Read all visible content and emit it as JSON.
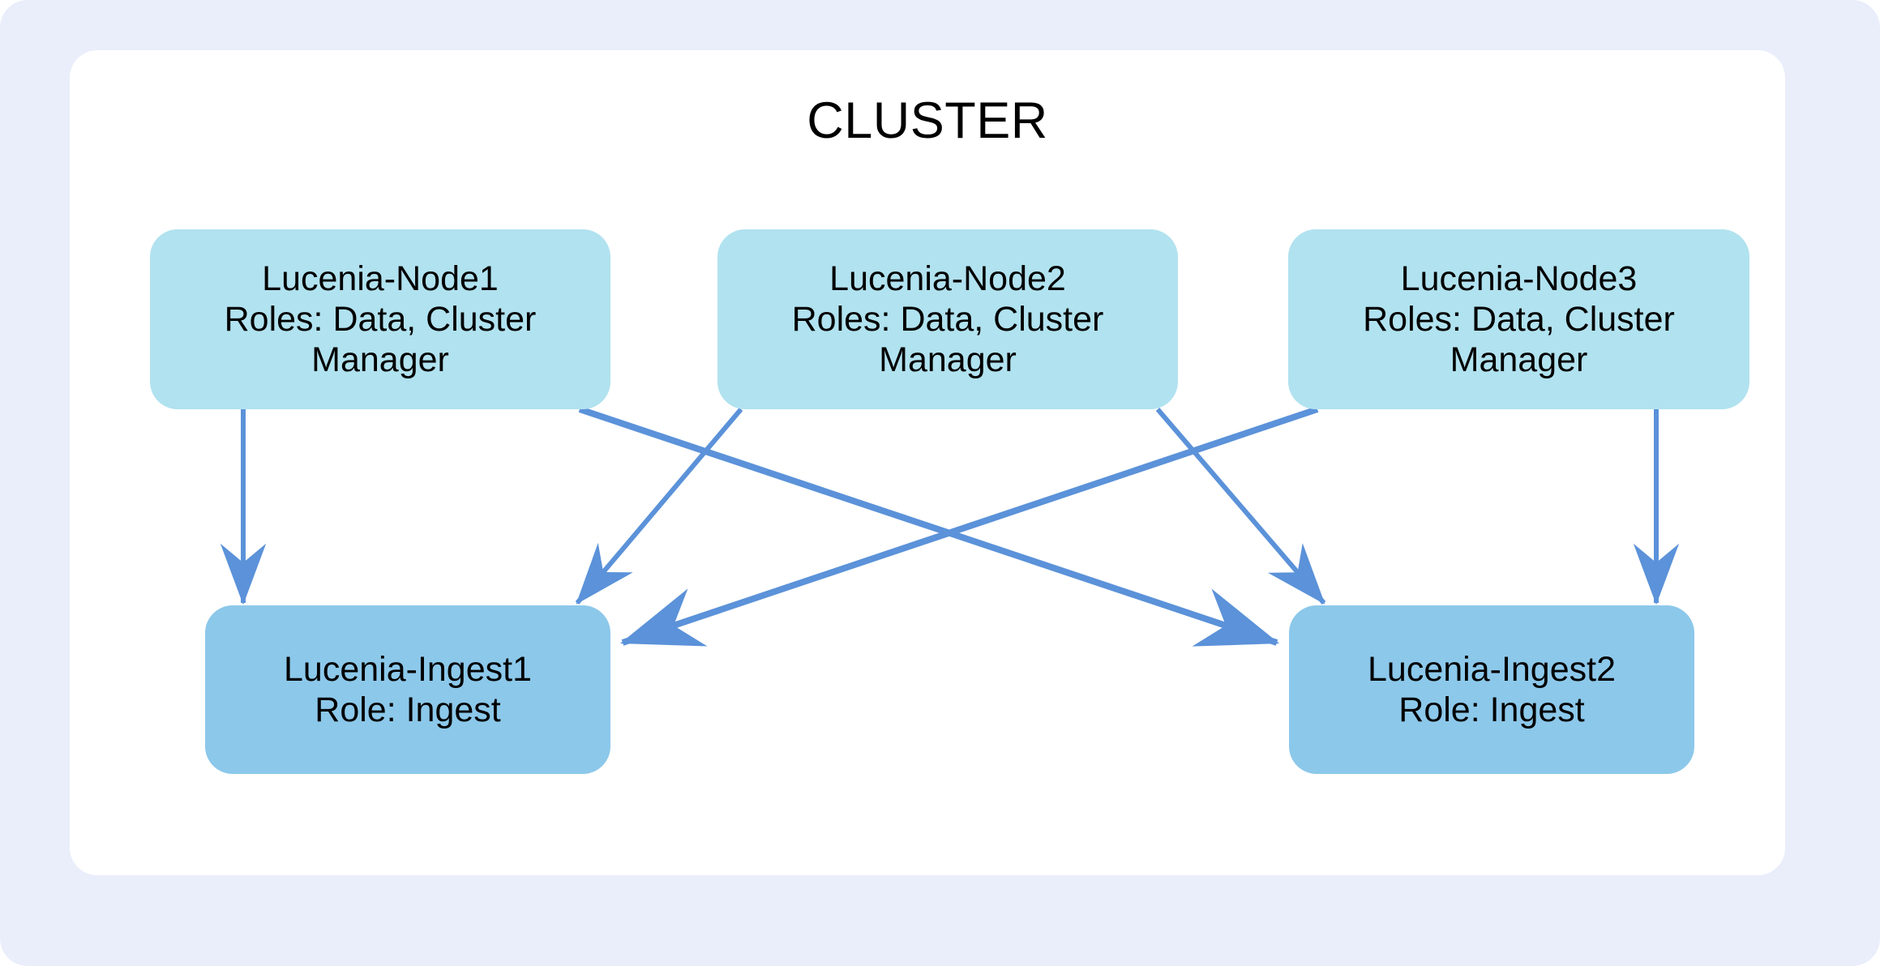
{
  "diagram": {
    "title": "CLUSTER",
    "colors": {
      "page_background": "#eaeefb",
      "card_background": "#ffffff",
      "data_node_fill": "#b1e2ef",
      "ingest_node_fill": "#8cc8ea",
      "edge_stroke": "#5b92d9",
      "text": "#000000"
    },
    "nodes": [
      {
        "id": "lucenia-node1",
        "name": "Lucenia-Node1",
        "roles_label": "Roles: Data, Cluster Manager",
        "text": "Lucenia-Node1\nRoles: Data, Cluster Manager",
        "tier": "data"
      },
      {
        "id": "lucenia-node2",
        "name": "Lucenia-Node2",
        "roles_label": "Roles: Data, Cluster Manager",
        "text": "Lucenia-Node2\nRoles: Data, Cluster Manager",
        "tier": "data"
      },
      {
        "id": "lucenia-node3",
        "name": "Lucenia-Node3",
        "roles_label": "Roles: Data, Cluster Manager",
        "text": "Lucenia-Node3\nRoles: Data, Cluster Manager",
        "tier": "data"
      },
      {
        "id": "lucenia-ingest1",
        "name": "Lucenia-Ingest1",
        "roles_label": "Role: Ingest",
        "text": "Lucenia-Ingest1\nRole: Ingest",
        "tier": "ingest"
      },
      {
        "id": "lucenia-ingest2",
        "name": "Lucenia-Ingest2",
        "roles_label": "Role: Ingest",
        "text": "Lucenia-Ingest2\nRole: Ingest",
        "tier": "ingest"
      }
    ],
    "edges": [
      {
        "from": "lucenia-node1",
        "to": "lucenia-ingest1"
      },
      {
        "from": "lucenia-node1",
        "to": "lucenia-ingest2"
      },
      {
        "from": "lucenia-node2",
        "to": "lucenia-ingest1"
      },
      {
        "from": "lucenia-node2",
        "to": "lucenia-ingest2"
      },
      {
        "from": "lucenia-node3",
        "to": "lucenia-ingest1"
      },
      {
        "from": "lucenia-node3",
        "to": "lucenia-ingest2"
      }
    ]
  }
}
